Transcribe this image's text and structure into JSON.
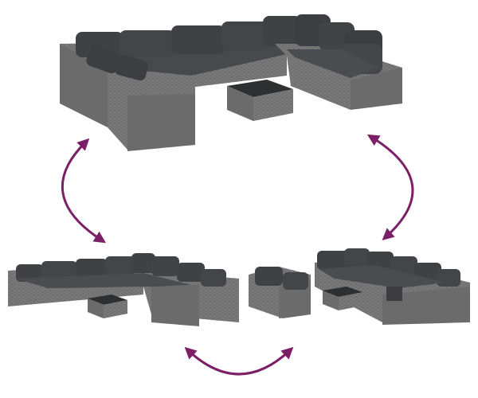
{
  "image": {
    "background": "#ffffff",
    "description_colors": {
      "wicker_dark": "#5c5c5c",
      "wicker_light": "#8a8a8a",
      "cushion": "#3f4144",
      "cushion_highlight": "#555759",
      "arrow": "#7b1f66"
    },
    "scenes": [
      {
        "id": "main-set",
        "label": ""
      },
      {
        "id": "config-left",
        "label": ""
      },
      {
        "id": "config-right",
        "label": ""
      }
    ],
    "arrows": [
      {
        "id": "arrow-top-left",
        "direction": "double"
      },
      {
        "id": "arrow-top-right",
        "direction": "double"
      },
      {
        "id": "arrow-bottom",
        "direction": "double"
      }
    ]
  }
}
